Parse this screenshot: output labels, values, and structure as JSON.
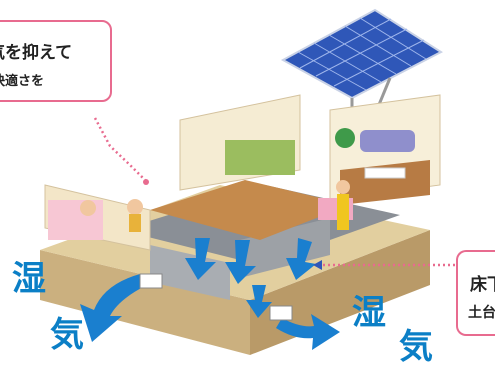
{
  "callout_top": {
    "line1": "気を抑えて",
    "line2": "快適さを"
  },
  "callout_right": {
    "line1": "床下",
    "line2": "土台"
  },
  "moisture_labels": [
    "湿",
    "気",
    "湿",
    "気"
  ],
  "colors": {
    "callout_border": "#e86b8f",
    "moisture_text": "#0b7fc6",
    "arrow_blue": "#1a7fcf",
    "floor_wood": "#c58a4c",
    "foundation": "#d8c29a",
    "solar_panel": "#2f57b8"
  }
}
